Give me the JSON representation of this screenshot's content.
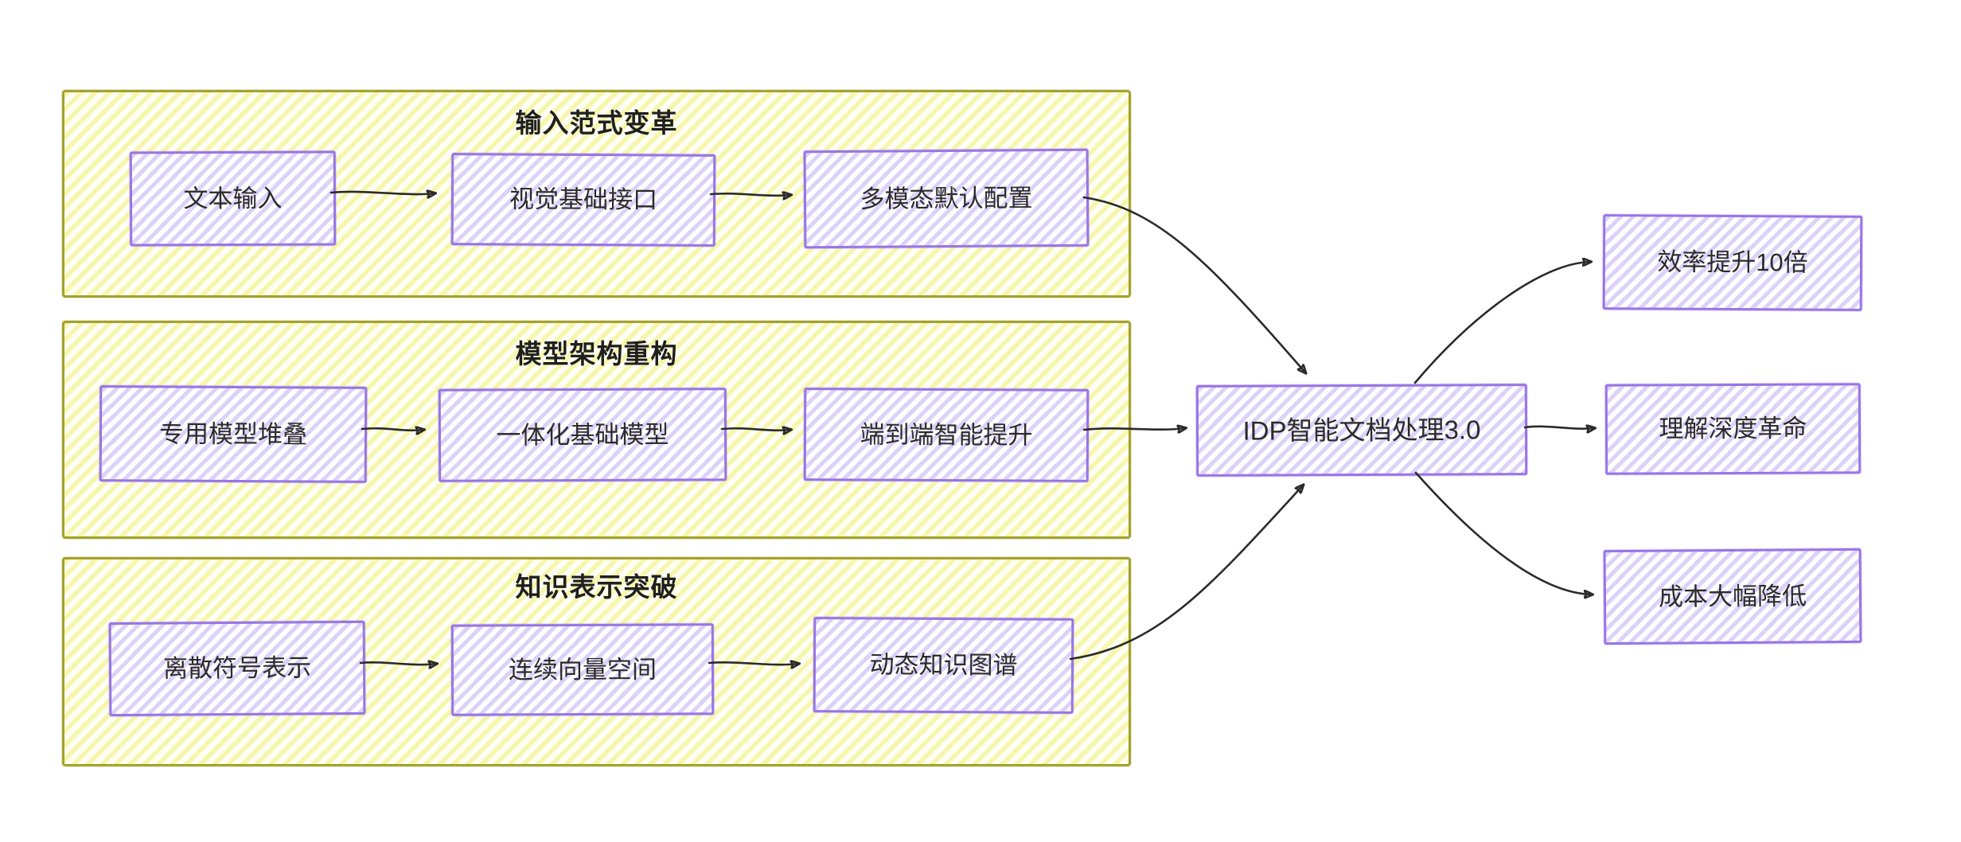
{
  "colors": {
    "group_border": "#a3a32e",
    "group_hatch": "#f6f6ac",
    "node_border": "#9775e6",
    "node_hatch": "#dcd2f7",
    "arrow": "#2b2b2b",
    "text": "#2b2b2b"
  },
  "groups": [
    {
      "title": "输入范式变革",
      "boxes": [
        {
          "label": "文本输入"
        },
        {
          "label": "视觉基础接口"
        },
        {
          "label": "多模态默认配置"
        }
      ]
    },
    {
      "title": "模型架构重构",
      "boxes": [
        {
          "label": "专用模型堆叠"
        },
        {
          "label": "一体化基础模型"
        },
        {
          "label": "端到端智能提升"
        }
      ]
    },
    {
      "title": "知识表示突破",
      "boxes": [
        {
          "label": "离散符号表示"
        },
        {
          "label": "连续向量空间"
        },
        {
          "label": "动态知识图谱"
        }
      ]
    }
  ],
  "center": {
    "label": "IDP智能文档处理3.0"
  },
  "outcomes": [
    {
      "label": "效率提升10倍"
    },
    {
      "label": "理解深度革命"
    },
    {
      "label": "成本大幅降低"
    }
  ],
  "connections": [
    {
      "from": "文本输入",
      "to": "视觉基础接口"
    },
    {
      "from": "视觉基础接口",
      "to": "多模态默认配置"
    },
    {
      "from": "多模态默认配置",
      "to": "IDP智能文档处理3.0"
    },
    {
      "from": "专用模型堆叠",
      "to": "一体化基础模型"
    },
    {
      "from": "一体化基础模型",
      "to": "端到端智能提升"
    },
    {
      "from": "端到端智能提升",
      "to": "IDP智能文档处理3.0"
    },
    {
      "from": "离散符号表示",
      "to": "连续向量空间"
    },
    {
      "from": "连续向量空间",
      "to": "动态知识图谱"
    },
    {
      "from": "动态知识图谱",
      "to": "IDP智能文档处理3.0"
    },
    {
      "from": "IDP智能文档处理3.0",
      "to": "效率提升10倍"
    },
    {
      "from": "IDP智能文档处理3.0",
      "to": "理解深度革命"
    },
    {
      "from": "IDP智能文档处理3.0",
      "to": "成本大幅降低"
    }
  ]
}
